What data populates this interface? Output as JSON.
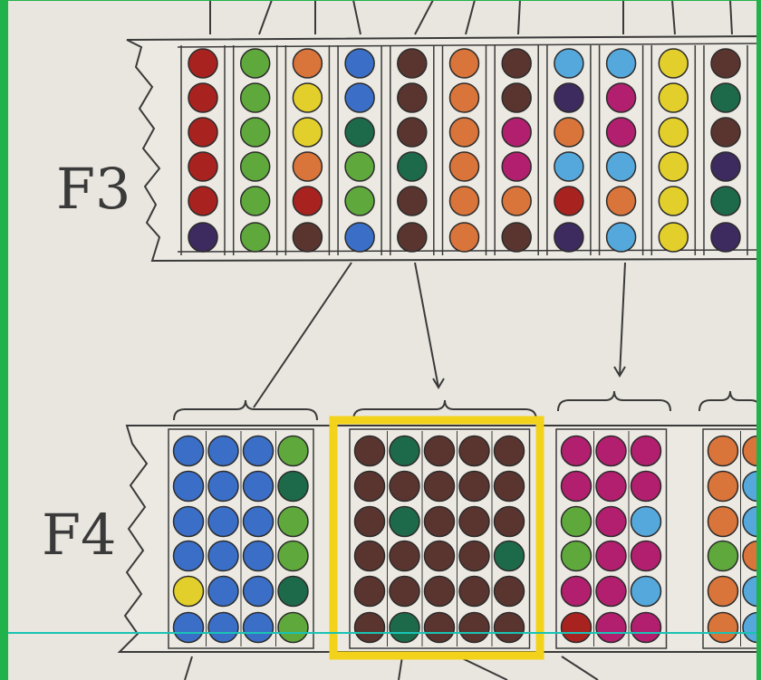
{
  "labels": {
    "generation_3": "F3",
    "generation_4": "F4"
  },
  "colors": {
    "page": "#e9e6df",
    "frame": "#22b24c",
    "ink": "#3a3a3a",
    "highlight": "#f2d21b",
    "cursor_line": "#19c3b4",
    "dots": {
      "R": "#a8231f",
      "G": "#5fa83c",
      "O": "#d9743a",
      "Y": "#e3cf2b",
      "B": "#3b6fc7",
      "K": "#5a3530",
      "D": "#1d6a4a",
      "P": "#b21f6f",
      "C": "#55a8dc",
      "N": "#3d2a5e"
    }
  },
  "f3_columns": [
    [
      "R",
      "R",
      "R",
      "R",
      "R",
      "N"
    ],
    [
      "G",
      "G",
      "G",
      "G",
      "G",
      "G"
    ],
    [
      "O",
      "Y",
      "Y",
      "O",
      "R",
      "K"
    ],
    [
      "B",
      "B",
      "D",
      "G",
      "G",
      "B"
    ],
    [
      "K",
      "K",
      "K",
      "D",
      "K",
      "K"
    ],
    [
      "O",
      "O",
      "O",
      "O",
      "O",
      "O"
    ],
    [
      "K",
      "K",
      "P",
      "P",
      "O",
      "K"
    ],
    [
      "C",
      "N",
      "O",
      "C",
      "R",
      "N"
    ],
    [
      "C",
      "P",
      "P",
      "C",
      "O",
      "C"
    ],
    [
      "Y",
      "Y",
      "Y",
      "Y",
      "Y",
      "Y"
    ],
    [
      "K",
      "D",
      "K",
      "N",
      "D",
      "N"
    ]
  ],
  "f4_blocks": [
    {
      "columns": [
        [
          "B",
          "B",
          "B",
          "B",
          "Y",
          "B"
        ],
        [
          "B",
          "B",
          "B",
          "B",
          "B",
          "B"
        ],
        [
          "B",
          "B",
          "B",
          "B",
          "B",
          "B"
        ],
        [
          "G",
          "D",
          "G",
          "G",
          "D",
          "G"
        ]
      ]
    },
    {
      "highlighted": true,
      "columns": [
        [
          "K",
          "K",
          "K",
          "K",
          "K",
          "K"
        ],
        [
          "D",
          "K",
          "D",
          "K",
          "K",
          "D"
        ],
        [
          "K",
          "K",
          "K",
          "K",
          "K",
          "K"
        ],
        [
          "K",
          "K",
          "K",
          "K",
          "K",
          "K"
        ],
        [
          "K",
          "K",
          "K",
          "D",
          "K",
          "K"
        ]
      ]
    },
    {
      "columns": [
        [
          "P",
          "P",
          "G",
          "G",
          "P",
          "R"
        ],
        [
          "P",
          "P",
          "P",
          "P",
          "P",
          "P"
        ],
        [
          "P",
          "P",
          "C",
          "P",
          "C",
          "P"
        ]
      ]
    },
    {
      "columns": [
        [
          "O",
          "O",
          "O",
          "G",
          "O",
          "O"
        ],
        [
          "O",
          "C",
          "C",
          "O",
          "C",
          "C"
        ]
      ]
    }
  ]
}
